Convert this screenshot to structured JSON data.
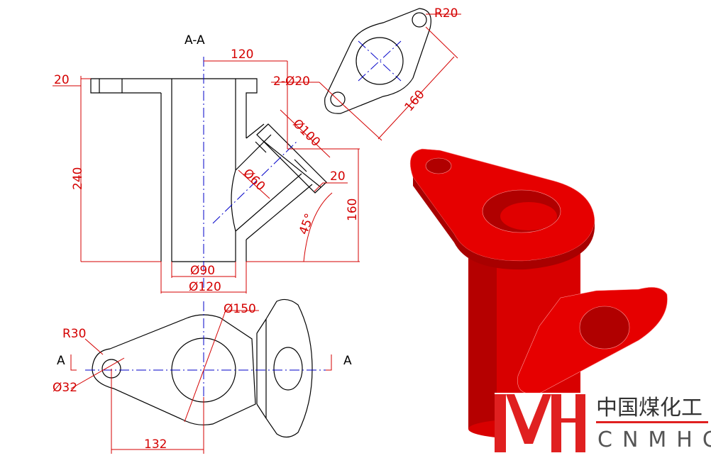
{
  "section_view": {
    "title": "A-A",
    "dims": {
      "flange_thickness": "20",
      "top_offset": "120",
      "height": "240",
      "branch_height": "160",
      "branch_flange": "20",
      "branch_outer": "Ø100",
      "branch_inner": "Ø60",
      "angle": "45°",
      "bore": "Ø90",
      "outer": "Ø120"
    }
  },
  "flange_view": {
    "holes": "2-Ø20",
    "radius": "R20",
    "hole_spacing": "160"
  },
  "top_view": {
    "section_mark_left": "A",
    "section_mark_right": "A",
    "lug_radius": "R30",
    "lug_hole": "Ø32",
    "flange_dia": "Ø150",
    "center_distance": "132"
  },
  "logo": {
    "cn": "中国煤化工",
    "en": "CNMHG"
  },
  "colors": {
    "dimension": "#d40000",
    "centerline": "#0000c8",
    "model": "#e60000"
  }
}
